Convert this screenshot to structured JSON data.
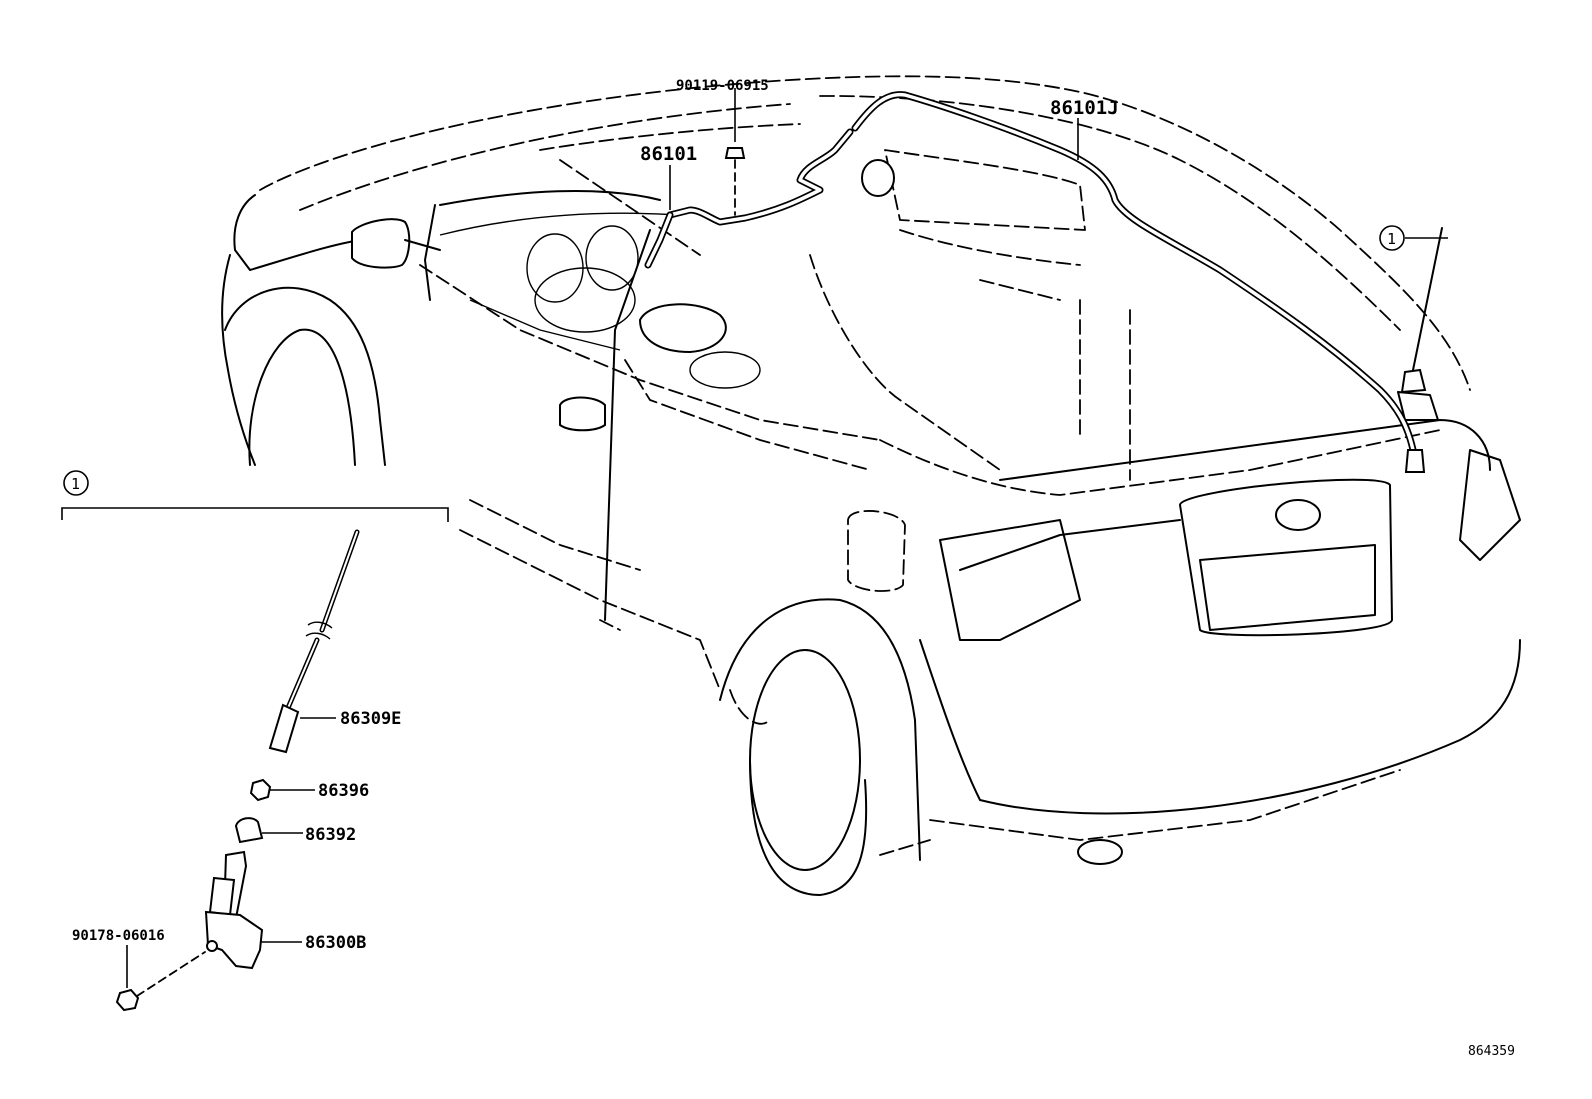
{
  "labels": {
    "bolt_top": "90119-06915",
    "cord": "86101",
    "cord_rear": "86101J",
    "ref_main": "1",
    "ref_detail": "1",
    "rod": "86309E",
    "nut": "86396",
    "pad": "86392",
    "antenna_assy": "86300B",
    "nut_bottom": "90178-06016",
    "drawing_no": "864359"
  }
}
